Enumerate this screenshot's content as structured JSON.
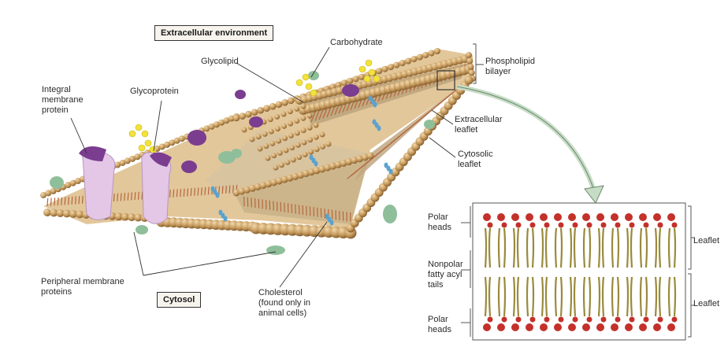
{
  "labels": {
    "extracellular_environment": "Extracellular environment",
    "cytosol": "Cytosol",
    "carbohydrate": "Carbohydrate",
    "glycolipid": "Glycolipid",
    "phospholipid_bilayer": "Phospholipid\nbilayer",
    "integral_membrane_protein": "Integral\nmembrane\nprotein",
    "glycoprotein": "Glycoprotein",
    "extracellular_leaflet": "Extracellular\nleaflet",
    "cytosolic_leaflet": "Cytosolic\nleaflet",
    "peripheral_membrane_proteins": "Peripheral membrane\nproteins",
    "cholesterol": "Cholesterol\n(found only in\nanimal cells)",
    "polar_heads_top": "Polar\nheads",
    "nonpolar_tails": "Nonpolar\nfatty acyl\ntails",
    "polar_heads_bottom": "Polar\nheads",
    "leaflet_top": "Leaflet",
    "leaflet_bottom": "Leaflet"
  },
  "colors": {
    "head": "#c79b5e",
    "head_shade": "#9a7038",
    "tail": "#b5673c",
    "integral_protein": "#e4c6e6",
    "glyco_purple": "#7b3d8f",
    "peripheral_green": "#8fbf9a",
    "carb_yellow": "#f2e23a",
    "cholesterol_blue": "#5aa2cf",
    "inset_head_red": "#c3312a",
    "inset_tail": "#9a8a3c"
  }
}
